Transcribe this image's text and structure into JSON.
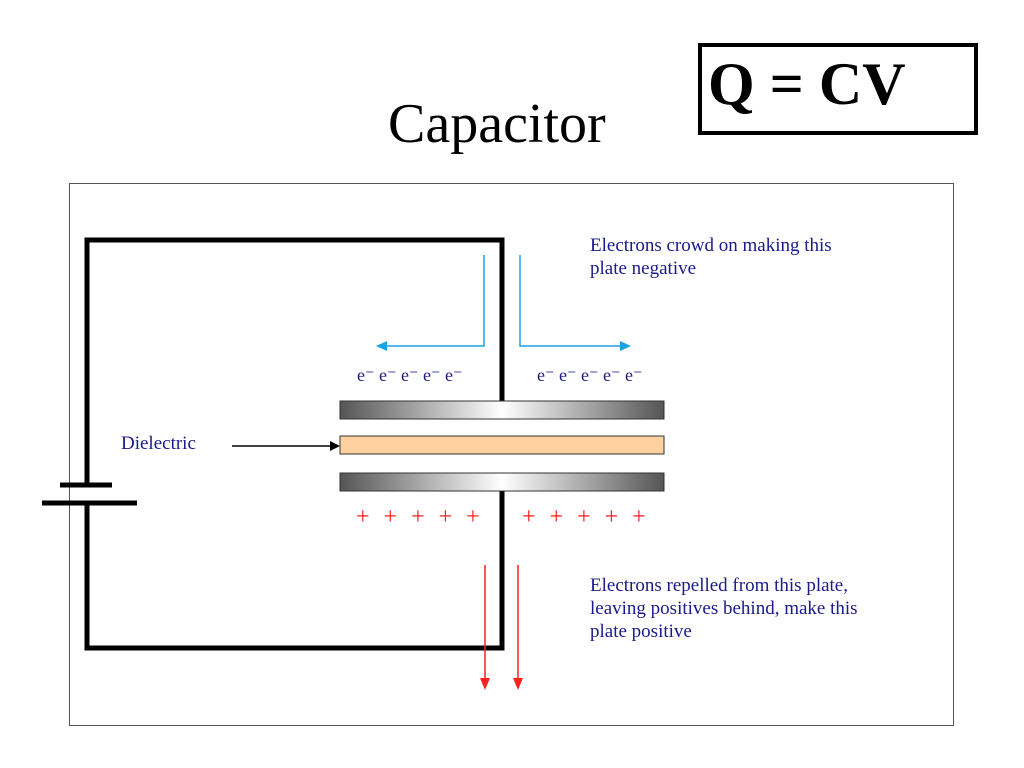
{
  "title": "Capacitor",
  "formula": "Q = CV",
  "labels": {
    "top_note_line1": "Electrons crowd on making this",
    "top_note_line2": "plate negative",
    "bottom_note_line1": "Electrons repelled from this plate,",
    "bottom_note_line2": "leaving positives behind, make this",
    "bottom_note_line3": "plate positive",
    "dielectric": "Dielectric",
    "electrons_left": "e⁻ e⁻ e⁻ e⁻ e⁻",
    "electrons_right": "e⁻ e⁻ e⁻ e⁻ e⁻",
    "positives_left": "+ + + + +",
    "positives_right": "+ + + + +"
  },
  "colors": {
    "text": "#1a1a8c",
    "arrow_blue": "#1aa3e0",
    "arrow_red": "#ff2020",
    "dielectric_fill": "#ffd0a0"
  }
}
